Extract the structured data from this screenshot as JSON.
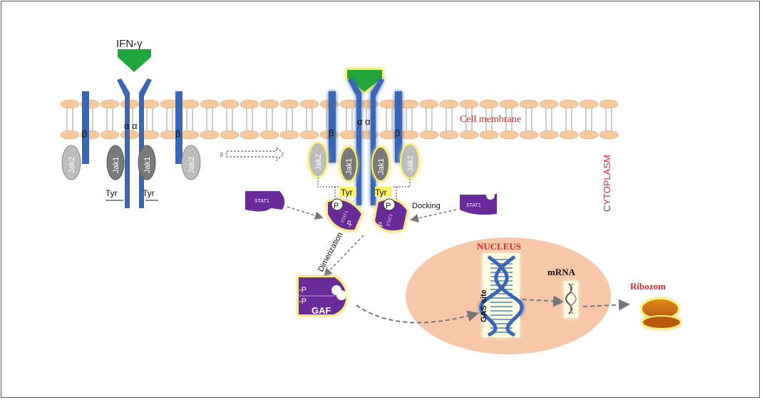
{
  "labels": {
    "ligand": "IFN-γ",
    "beta": "β",
    "alpha_pair": "α α",
    "jak1": "Jak1",
    "jak2": "Jak2",
    "tyr": "Tyr",
    "cell_membrane": "Cell membrane",
    "cytoplasm": "CYTOPLASM",
    "stat1": "STAT1",
    "phospho": "P",
    "p_stat": "-P",
    "docking": "Docking",
    "dimerization": "Dimerization",
    "gaf": "GAF",
    "gaf_p": "-P",
    "nucleus": "NUCLEUS",
    "gas_site": "GAS site",
    "mrna": "mRNA",
    "ribosome": "Ribozom"
  },
  "colors": {
    "receptor": "#3a66b3",
    "ligand": "#22a53a",
    "jak1": "#7a7a7a",
    "jak2": "#bdbdbd",
    "stat": "#6a2a9a",
    "membrane_head": "#f6c89a",
    "nucleus": "#f7c7a8",
    "red_text": "#d22b2b",
    "glow": "#fff36b"
  }
}
